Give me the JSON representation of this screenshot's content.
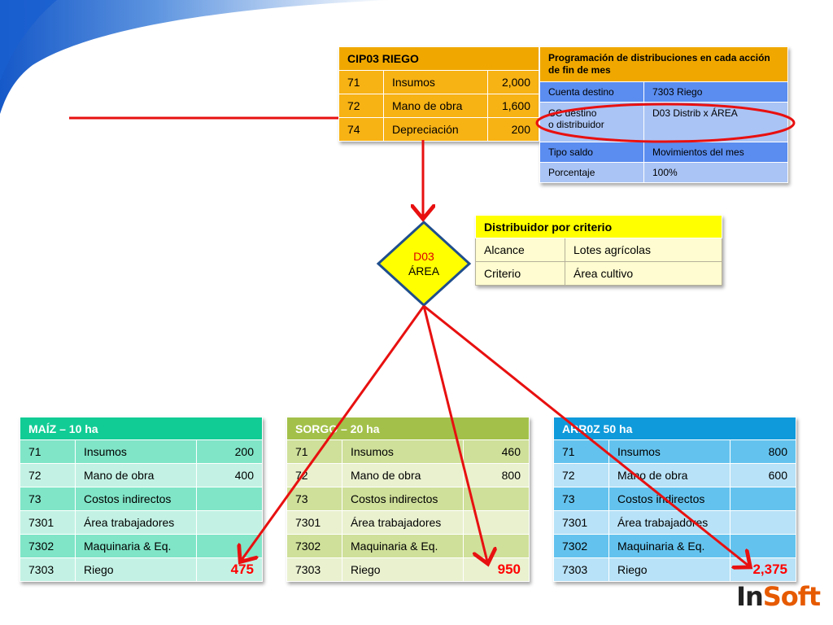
{
  "cip": {
    "title": "CIP03 RIEGO",
    "rows": [
      {
        "code": "71",
        "name": "Insumos",
        "amount": "2,000"
      },
      {
        "code": "72",
        "name": "Mano de obra",
        "amount": "1,600"
      },
      {
        "code": "74",
        "name": "Depreciación",
        "amount": "200"
      }
    ]
  },
  "programacion": {
    "title": "Programación de distribuciones en cada acción de fin de mes",
    "rows": [
      {
        "label": "Cuenta destino",
        "value": "7303 Riego"
      },
      {
        "label": "CC destino\no distribuidor",
        "value": "D03 Distrib x ÁREA"
      },
      {
        "label": "Tipo saldo",
        "value": "Movimientos del mes"
      },
      {
        "label": "Porcentaje",
        "value": "100%"
      }
    ]
  },
  "diamond": {
    "code": "D03",
    "label": "ÁREA"
  },
  "distribuidor": {
    "title": "Distribuidor por criterio",
    "rows": [
      {
        "label": "Alcance",
        "value": "Lotes agrícolas"
      },
      {
        "label": "Criterio",
        "value": "Área cultivo"
      }
    ]
  },
  "maiz": {
    "title": "MAÍZ – 10 ha",
    "rows": [
      {
        "code": "71",
        "name": "Insumos",
        "amount": "200"
      },
      {
        "code": "72",
        "name": "Mano de obra",
        "amount": "400"
      },
      {
        "code": "73",
        "name": "Costos indirectos",
        "amount": ""
      },
      {
        "code": "7301",
        "name": "Área trabajadores",
        "amount": ""
      },
      {
        "code": "7302",
        "name": "Maquinaria & Eq.",
        "amount": ""
      },
      {
        "code": "7303",
        "name": "Riego",
        "amount": "475"
      }
    ]
  },
  "sorgo": {
    "title": "SORGO – 20 ha",
    "rows": [
      {
        "code": "71",
        "name": "Insumos",
        "amount": "460"
      },
      {
        "code": "72",
        "name": "Mano de obra",
        "amount": "800"
      },
      {
        "code": "73",
        "name": "Costos indirectos",
        "amount": ""
      },
      {
        "code": "7301",
        "name": "Área trabajadores",
        "amount": ""
      },
      {
        "code": "7302",
        "name": "Maquinaria & Eq.",
        "amount": ""
      },
      {
        "code": "7303",
        "name": "Riego",
        "amount": "950"
      }
    ]
  },
  "arroz": {
    "title": "ARR0Z 50 ha",
    "rows": [
      {
        "code": "71",
        "name": "Insumos",
        "amount": "800"
      },
      {
        "code": "72",
        "name": "Mano de obra",
        "amount": "600"
      },
      {
        "code": "73",
        "name": "Costos indirectos",
        "amount": ""
      },
      {
        "code": "7301",
        "name": "Área trabajadores",
        "amount": ""
      },
      {
        "code": "7302",
        "name": "Maquinaria & Eq.",
        "amount": ""
      },
      {
        "code": "7303",
        "name": "Riego",
        "amount": "2,375"
      }
    ]
  },
  "logo": {
    "part1": "In",
    "part2": "Soft"
  },
  "colors": {
    "arrow": "#e81010",
    "accent_orange": "#f0a800",
    "blue_header": "#0f9adb"
  }
}
